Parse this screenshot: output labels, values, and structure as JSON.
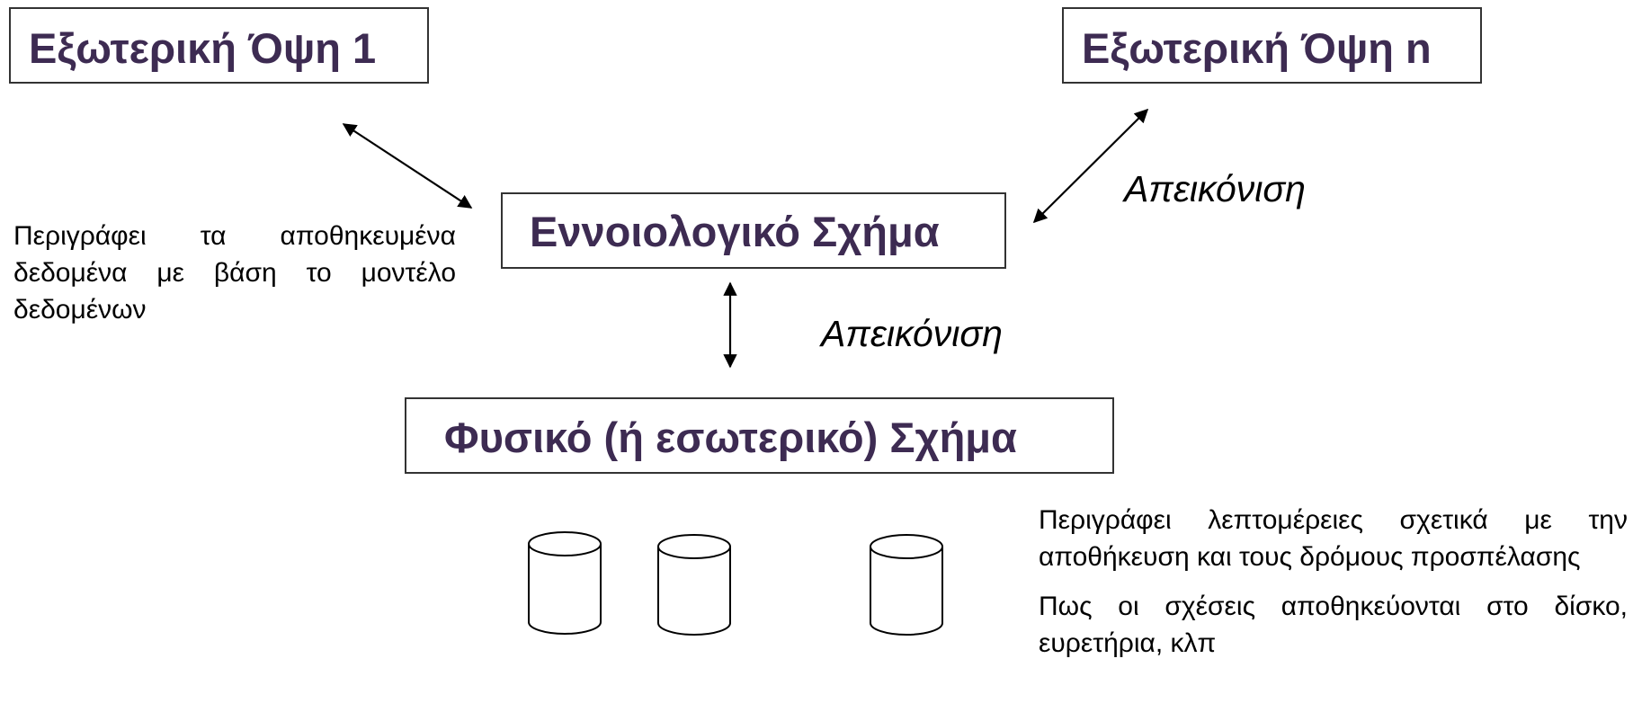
{
  "boxes": {
    "external_view_1": "Εξωτερική Όψη 1",
    "external_view_n": "Εξωτερική Όψη n",
    "conceptual_schema": "Εννοιολογικό Σχήμα",
    "physical_schema": "Φυσικό  (ή εσωτερικό) Σχήμα"
  },
  "mapping_labels": {
    "top_right": "Απεικόνιση",
    "middle": "Απεικόνιση"
  },
  "descriptions": {
    "conceptual": "Περιγράφει τα αποθηκευμένα δεδομένα με βάση το μοντέλο δεδομένων",
    "physical_1": "Περιγράφει λεπτομέρειες σχετικά με την αποθήκευση και τους δρόμους προσπέλασης",
    "physical_2": "Πως οι σχέσεις αποθηκεύονται στο δίσκο, ευρετήρια, κλπ"
  },
  "colors": {
    "box_text": "#3d2b52",
    "box_border": "#333333",
    "line": "#000000"
  },
  "icons": [
    "double-arrow-icon",
    "database-cylinder-icon"
  ]
}
